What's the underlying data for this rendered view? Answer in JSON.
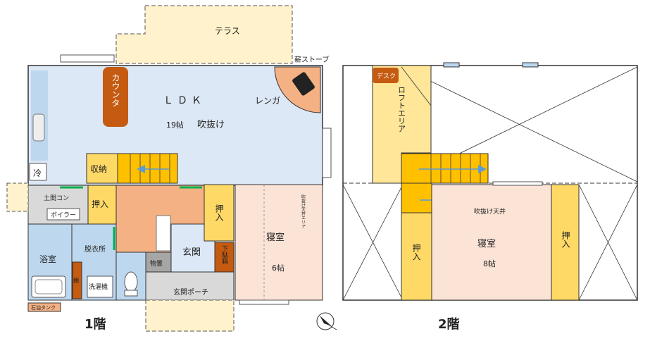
{
  "floor1": {
    "caption": "1階",
    "rooms": {
      "terrace": "テラス",
      "ldk": "ＬＤＫ",
      "ldk_size": "19帖",
      "atrium": "吹抜け",
      "counter": "カウンタ",
      "brick": "レンガ",
      "stove": "薪ストーブ",
      "fridge": "冷",
      "storage": "収納",
      "stove_kon": "土間コン",
      "boiler": "ボイラー",
      "closet_left": "押入",
      "closet_right": "押入",
      "bath": "浴室",
      "dressing": "脱衣所",
      "shelf": "棚",
      "washer": "洗濯機",
      "entrance": "玄関",
      "storeroom": "物置",
      "shoebox": "下駄箱",
      "porch": "玄関ポーチ",
      "bedroom": "寝室",
      "bedroom_size": "6帖",
      "bedroom_note": "吹抜け天井エリア",
      "oil_tank": "石油タンク"
    }
  },
  "floor2": {
    "caption": "2階",
    "rooms": {
      "desk": "デスク",
      "loft": "ロフトエリア",
      "atrium_ceiling": "吹抜け天井",
      "bedroom": "寝室",
      "bedroom_size": "8帖",
      "closet_left": "押入",
      "closet_right": "押入"
    }
  },
  "colors": {
    "ldk": "#dce8f5",
    "bedroom": "#fbe3d6",
    "hall": "#f4b183",
    "stairs": "#ffc000",
    "closet": "#ffd966",
    "counter": "#c55a11",
    "service": "#d9d9d9",
    "wet": "#bdd7ee",
    "loft": "#ffe699"
  },
  "icons": [
    "compass-icon",
    "stove-icon",
    "toilet-icon",
    "bathtub-icon",
    "fridge-icon",
    "stairs-arrow-icon"
  ]
}
